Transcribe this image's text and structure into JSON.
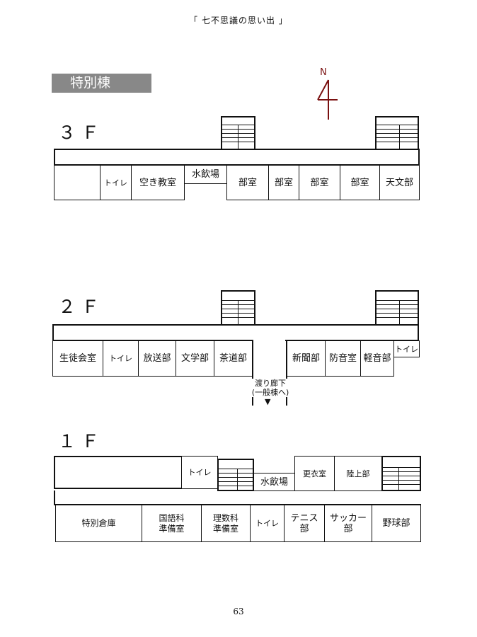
{
  "header": {
    "title": "「 七不思議の思い出 」"
  },
  "building": {
    "name": "特別棟"
  },
  "compass": {
    "label": "N"
  },
  "floor3": {
    "label": "３Ｆ",
    "rooms": {
      "toilet": "トイレ",
      "empty": "空き教室",
      "water": "水飲場",
      "club1": "部室",
      "club2": "部室",
      "club3": "部室",
      "club4": "部室",
      "astronomy": "天文部"
    }
  },
  "floor2": {
    "label": "２Ｆ",
    "rooms": {
      "student_council": "生徒会室",
      "toilet_left": "トイレ",
      "broadcast": "放送部",
      "literature": "文学部",
      "tea": "茶道部",
      "newspaper": "新聞部",
      "soundproof": "防音室",
      "light_music": "軽音部",
      "toilet_right": "トイレ"
    },
    "corridor": {
      "line1": "渡り廊下",
      "line2": "(一般棟へ)",
      "arrow": "▼"
    }
  },
  "floor1": {
    "label": "１Ｆ",
    "rooms": {
      "toilet_upper": "トイレ",
      "water": "水飲場",
      "changing": "更衣室",
      "track": "陸上部",
      "storage": "特別倉庫",
      "japanese_1": "国語科",
      "japanese_2": "準備室",
      "science_1": "理数科",
      "science_2": "準備室",
      "toilet_lower": "トイレ",
      "tennis_1": "テニス",
      "tennis_2": "部",
      "soccer_1": "サッカー",
      "soccer_2": "部",
      "baseball": "野球部"
    }
  },
  "page": {
    "number": "63"
  }
}
